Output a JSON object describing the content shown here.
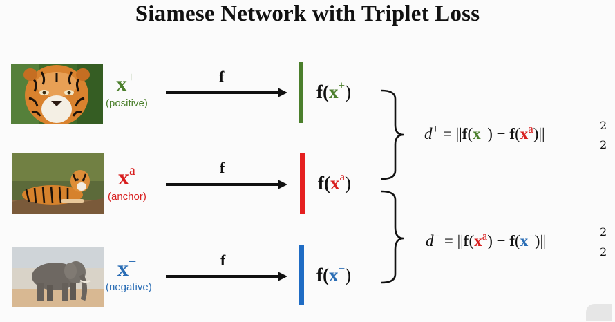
{
  "title": "Siamese Network with Triplet Loss",
  "colors": {
    "positive": "#4b7f2c",
    "anchor": "#d81e1e",
    "negative": "#2a6db5",
    "arrow": "#111111"
  },
  "rows": [
    {
      "id": "positive",
      "image": "tiger-face-photo",
      "x_symbol": "x",
      "x_sup": "+",
      "role": "(positive)",
      "arrow_label": "f",
      "f_text": "f(",
      "f_sup": "+",
      "f_close": ")"
    },
    {
      "id": "anchor",
      "image": "tiger-lying-photo",
      "x_symbol": "x",
      "x_sup": "a",
      "role": "(anchor)",
      "arrow_label": "f",
      "f_text": "f(",
      "f_sup": "a",
      "f_close": ")"
    },
    {
      "id": "negative",
      "image": "elephant-photo",
      "x_symbol": "x",
      "x_sup": "−",
      "role": "(negative)",
      "arrow_label": "f",
      "f_text": "f(",
      "f_sup": "−",
      "f_close": ")"
    }
  ],
  "equations": {
    "d_plus": {
      "lhs": "d",
      "lhs_sup": "+",
      "eq": " = ",
      "norm_open": "||",
      "f": "f",
      "x": "x",
      "sup1": "+",
      "minus": " − ",
      "sup2": "a",
      "norm_close": "||",
      "power": "2",
      "sub": "2"
    },
    "d_minus": {
      "lhs": "d",
      "lhs_sup": "−",
      "eq": " = ",
      "norm_open": "||",
      "f": "f",
      "x": "x",
      "sup1": "a",
      "minus": " − ",
      "sup2": "−",
      "norm_close": "||",
      "power": "2",
      "sub": "2"
    }
  }
}
